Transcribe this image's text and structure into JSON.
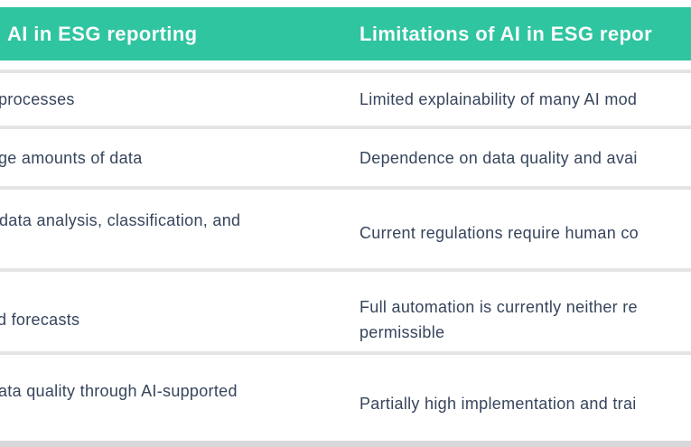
{
  "table": {
    "header": {
      "left": "AI in ESG reporting",
      "right": "Limitations of AI in ESG repor"
    },
    "rows": [
      {
        "left": "processes",
        "right": "Limited explainability of many AI mod"
      },
      {
        "left": "ge amounts of data",
        "right": "Dependence on data quality and avai"
      },
      {
        "left": "data analysis, classification, and",
        "right": "Current regulations require human co"
      },
      {
        "left": "d forecasts",
        "right": "Full automation is currently neither re",
        "right_line2": "permissible"
      },
      {
        "left": "ata quality through AI-supported",
        "right": "Partially high implementation and trai"
      }
    ]
  },
  "colors": {
    "header_bg": "#2EC5A0",
    "header_text": "#FAFBFB",
    "body_text": "#36455C",
    "divider": "#E4E4E6",
    "bottom_bar": "#D9D9DB",
    "background": "#FFFFFF"
  }
}
